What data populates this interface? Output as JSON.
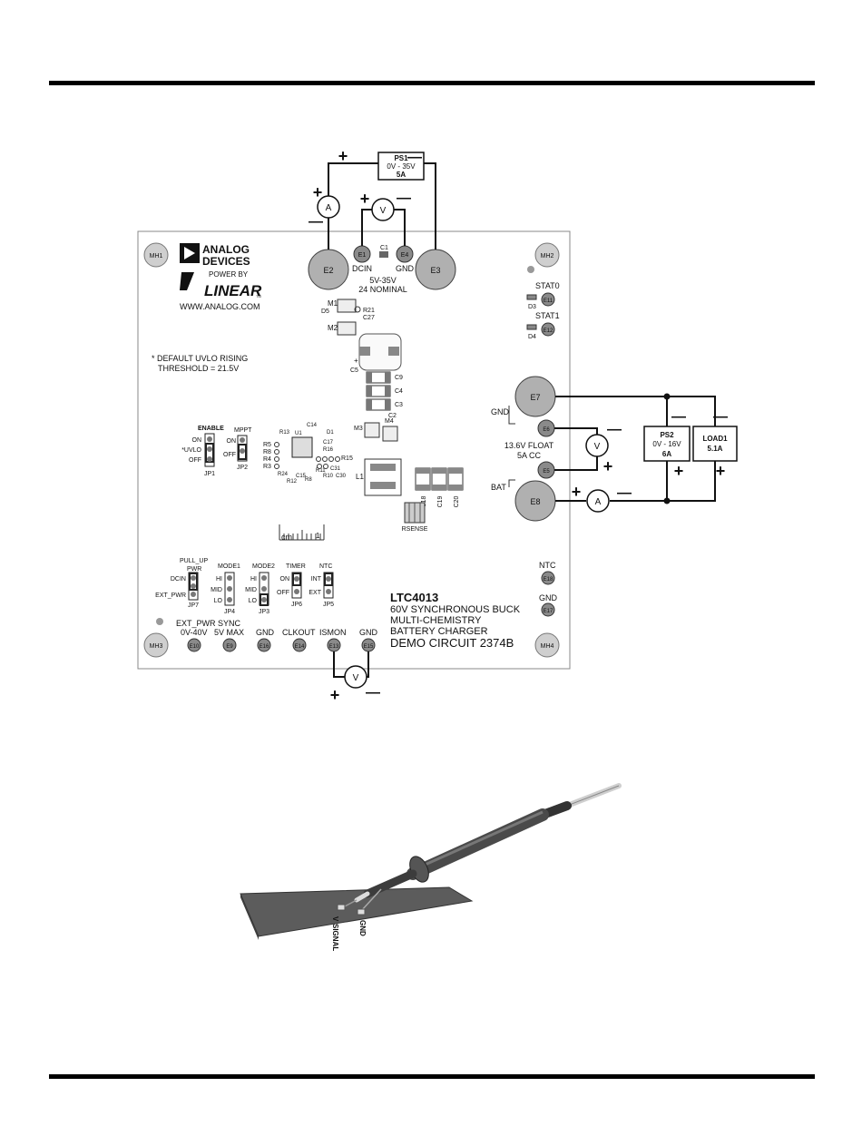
{
  "board": {
    "logo": {
      "line1": "ANALOG",
      "line2": "DEVICES",
      "power_by": "POWER BY",
      "linear": "LINEAR",
      "tm": "TM",
      "url": "WWW.ANALOG.COM"
    },
    "note": {
      "line1": "* DEFAULT UVLO RISING",
      "line2": "THRESHOLD = 21.5V"
    },
    "title": {
      "line1": "LTC4013",
      "line2": "60V SYNCHRONOUS BUCK",
      "line3": "MULTI-CHEMISTRY",
      "line4": "BATTERY CHARGER",
      "line5": "DEMO CIRCUIT 2374B"
    },
    "mounting_holes": [
      "MH1",
      "MH2",
      "MH3",
      "MH4"
    ],
    "input_spec": {
      "line1": "5V-35V",
      "line2": "24 NOMINAL"
    },
    "charge_spec": {
      "line1": "13.6V FLOAT",
      "line2": "5A CC"
    },
    "status": {
      "stat0": "STAT0",
      "stat1": "STAT1",
      "d3": "D3",
      "d4": "D4"
    },
    "parts": {
      "m1": "M1",
      "m2": "M2",
      "m3": "M3",
      "m4": "M4",
      "d5": "D5",
      "d1": "D1",
      "r21": "R21",
      "c27": "C27",
      "c5": "C5",
      "c9": "C9",
      "c4": "C4",
      "c3": "C3",
      "c2": "C2",
      "c1": "C1",
      "u1": "U1",
      "l1": "L1",
      "c18": "C18",
      "c19": "C19",
      "c20": "C20",
      "rsense": "RSENSE",
      "r5": "R5",
      "r8": "R8",
      "r4": "R4",
      "r3": "R3",
      "r15": "R15",
      "r16": "R16",
      "c17": "C17",
      "r13": "R13",
      "c14": "C14",
      "r24": "R24",
      "r12": "R12",
      "c15": "C15",
      "r8b": "R8",
      "r11": "R11",
      "r10": "R10",
      "c31": "C31",
      "c30": "C30",
      "plus": "+"
    },
    "ruler": {
      "cm": "cm",
      "one": "1"
    },
    "jumpers": {
      "jp1": {
        "name": "JP1",
        "title": "ENABLE",
        "opts": [
          "ON",
          "*UVLO",
          "OFF"
        ]
      },
      "jp2": {
        "name": "JP2",
        "title": "MPPT",
        "opts": [
          "ON",
          "OFF"
        ]
      },
      "jp7": {
        "name": "JP7",
        "title1": "PULL_UP",
        "title2": "PWR",
        "opts": [
          "DCIN",
          "EXT_PWR"
        ]
      },
      "jp4": {
        "name": "JP4",
        "title": "MODE1",
        "opts": [
          "HI",
          "MID",
          "LO"
        ]
      },
      "jp3": {
        "name": "JP3",
        "title": "MODE2",
        "opts": [
          "HI",
          "MID",
          "LO"
        ]
      },
      "jp6": {
        "name": "JP6",
        "title": "TIMER",
        "opts": [
          "ON",
          "OFF"
        ]
      },
      "jp5": {
        "name": "JP5",
        "title": "NTC",
        "opts": [
          "INT",
          "EXT"
        ]
      }
    },
    "terminals": {
      "e1": {
        "id": "E1",
        "label": "DCIN"
      },
      "e2": {
        "id": "E2"
      },
      "e3": {
        "id": "E3"
      },
      "e4": {
        "id": "E4",
        "label": "GND"
      },
      "e5": {
        "id": "E5"
      },
      "e6": {
        "id": "E6"
      },
      "e7": {
        "id": "E7"
      },
      "e8": {
        "id": "E8"
      },
      "e9": {
        "id": "E9",
        "label": "5V MAX"
      },
      "e10": {
        "id": "E10",
        "label": "0V-40V"
      },
      "e11": {
        "id": "E11"
      },
      "e12": {
        "id": "E12"
      },
      "e13": {
        "id": "E13",
        "label": "ISMON"
      },
      "e14": {
        "id": "E14",
        "label": "CLKOUT"
      },
      "e15": {
        "id": "E15",
        "label": "GND"
      },
      "e16": {
        "id": "E16",
        "label": "GND"
      },
      "e17": {
        "id": "E17",
        "label": "GND"
      },
      "e18": {
        "id": "E18",
        "label": "NTC"
      }
    },
    "bottom_labels": {
      "ext_pwr": "EXT_PWR",
      "sync": "SYNC"
    },
    "side_labels": {
      "gnd": "GND",
      "bat": "BAT"
    }
  },
  "instruments": {
    "ps1": {
      "name": "PS1",
      "range": "0V - 35V",
      "current": "5A"
    },
    "ps2": {
      "name": "PS2",
      "range": "0V - 16V",
      "current": "6A"
    },
    "load1": {
      "name": "LOAD1",
      "current": "5.1A"
    },
    "ammeter": "A",
    "voltmeter": "V",
    "plus": "+",
    "minus": "—"
  },
  "probe": {
    "signal": "SIGNAL",
    "v": "V",
    "gnd": "GND"
  }
}
